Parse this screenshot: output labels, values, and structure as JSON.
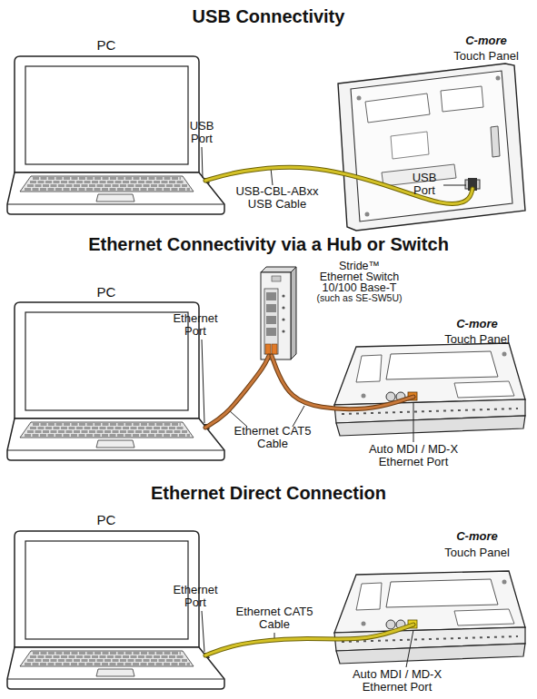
{
  "diagram": {
    "nodes": [
      {
        "text": [
          "PC"
        ]
      },
      {
        "text": [
          "C-more",
          "Touch Panel"
        ]
      },
      {
        "text": [
          "PC"
        ]
      },
      {
        "text": [
          "Stride™ Ethernet Switch 10/100 Base-T",
          "(such as SE-SW5U)"
        ]
      },
      {
        "text": [
          "C-more",
          "Touch Panel"
        ]
      },
      {
        "text": [
          "PC"
        ]
      },
      {
        "text": [
          "C-more",
          "Touch Panel"
        ]
      }
    ],
    "edges": [
      {
        "from": 0,
        "to": 1,
        "arrow": "none",
        "label": "USB-CBL-ABxx USB Cable"
      },
      {
        "from": 2,
        "to": 3,
        "arrow": "none"
      },
      {
        "from": 3,
        "to": 4,
        "arrow": "none"
      },
      {
        "from": 5,
        "to": 6,
        "arrow": "none",
        "label": "Ethernet CAT5 Cable"
      }
    ],
    "labels": [
      "USB Connectivity",
      "USB Port",
      "USB Port",
      "Ethernet Connectivity via a Hub or Switch",
      "Ethernet Port",
      "Ethernet CAT5 Cable",
      "Auto MDI / MD-X Ethernet Port",
      "Ethernet Direct Connection",
      "Ethernet Port",
      "Auto MDI / MD-X Ethernet Port"
    ]
  }
}
